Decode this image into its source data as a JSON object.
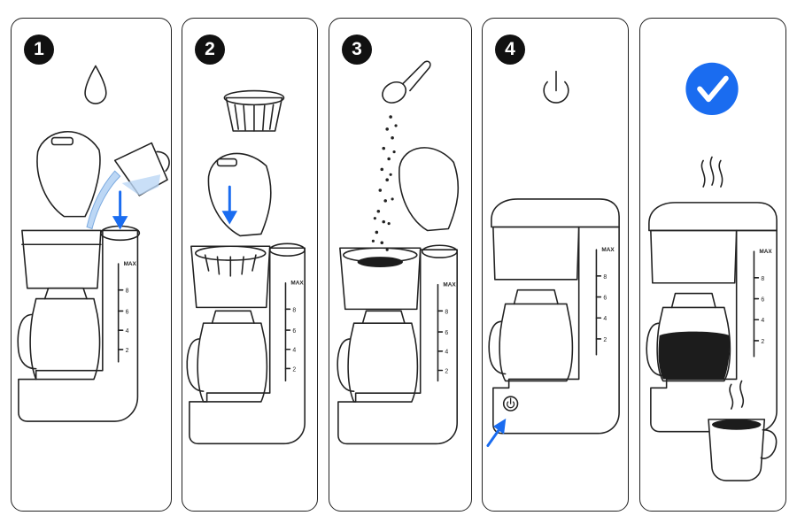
{
  "steps": [
    {
      "number": "1",
      "icon": "water-drop-icon"
    },
    {
      "number": "2",
      "icon": "paper-filter-icon"
    },
    {
      "number": "3",
      "icon": "coffee-scoop-icon"
    },
    {
      "number": "4",
      "icon": "power-icon"
    },
    {
      "number": "",
      "icon": "check-circle-icon"
    }
  ],
  "carafe_scale": {
    "max_label": "MAX",
    "marks": [
      "8",
      "6",
      "4",
      "2"
    ]
  },
  "colors": {
    "accent_blue": "#1a6cf0",
    "water": "#bcd7f5",
    "coffee": "#1c1c1c",
    "outline": "#222222"
  }
}
